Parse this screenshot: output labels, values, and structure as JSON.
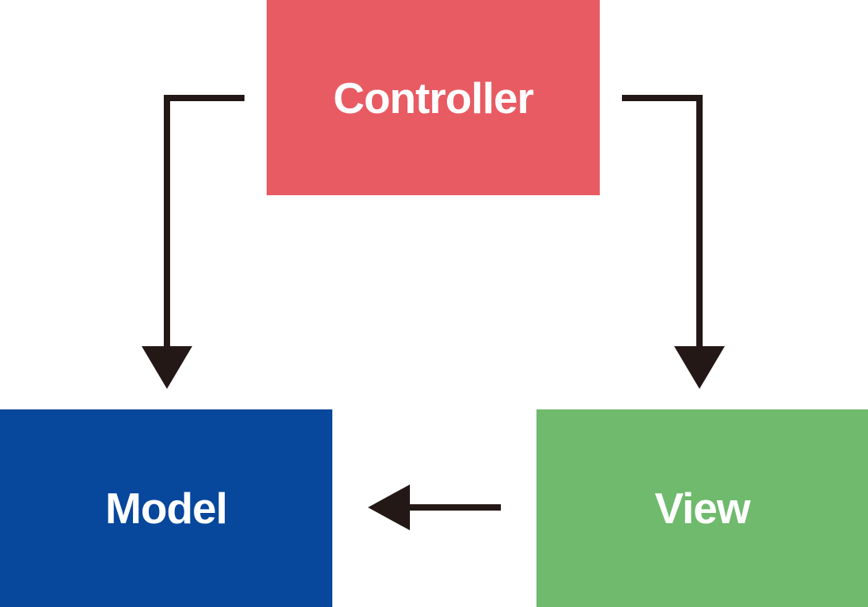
{
  "diagram": {
    "background_color": "#FFFFFF",
    "arrow_color": "#231815",
    "nodes": [
      {
        "id": "controller",
        "label": "Controller",
        "fill_color": "#E85B63",
        "text_color": "#FFFFFF"
      },
      {
        "id": "model",
        "label": "Model",
        "fill_color": "#07479C",
        "text_color": "#FFFFFF"
      },
      {
        "id": "view",
        "label": "View",
        "fill_color": "#6FBA6D",
        "text_color": "#FFFFFF"
      }
    ],
    "edges": [
      {
        "from": "Controller",
        "to": "Model",
        "shape": "elbow-down",
        "arrowhead": "filled-triangle-down"
      },
      {
        "from": "Controller",
        "to": "View",
        "shape": "elbow-down",
        "arrowhead": "filled-triangle-down"
      },
      {
        "from": "View",
        "to": "Model",
        "shape": "straight",
        "arrowhead": "filled-triangle-left"
      }
    ]
  }
}
